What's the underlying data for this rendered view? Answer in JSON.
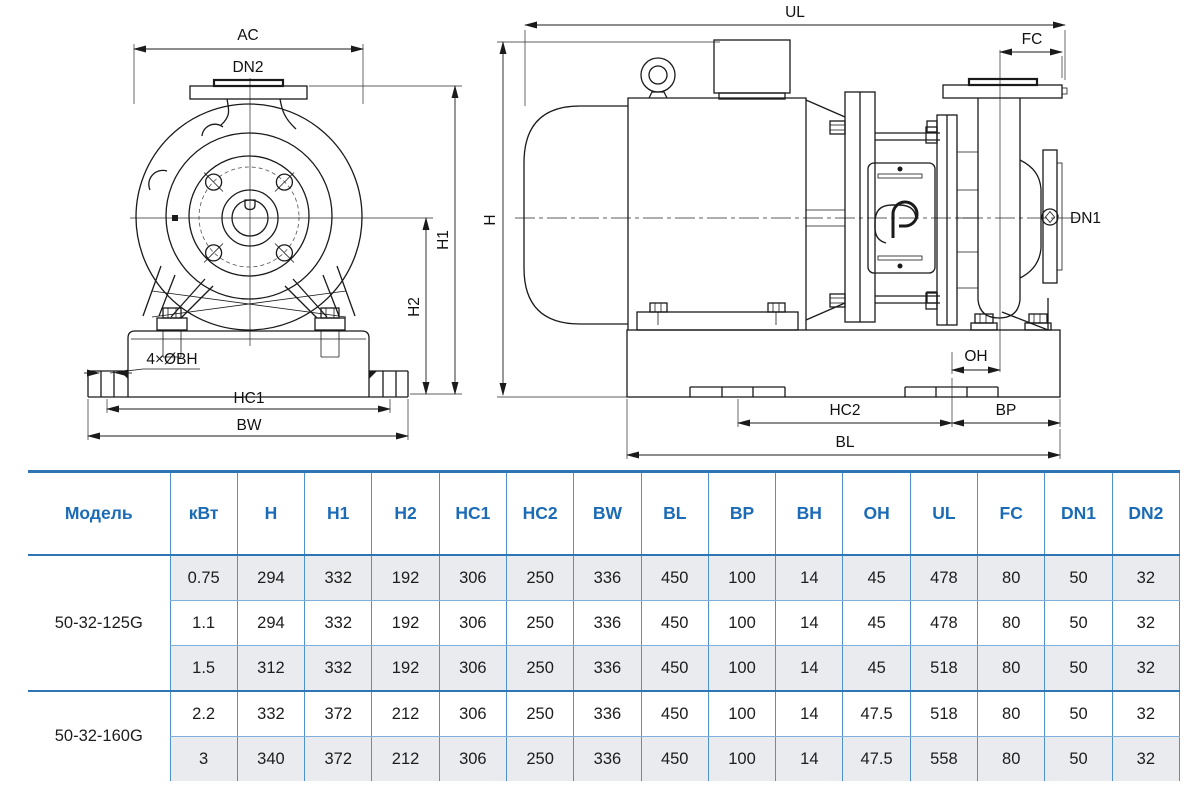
{
  "drawing": {
    "front": {
      "ac": "AC",
      "dn2": "DN2",
      "bolt_holes": "4×ØBH",
      "hc1": "HC1",
      "bw": "BW",
      "h1": "H1",
      "h2": "H2"
    },
    "side": {
      "ul": "UL",
      "fc": "FC",
      "h": "H",
      "dn1": "DN1",
      "oh": "OH",
      "hc2": "HC2",
      "bp": "BP",
      "bl": "BL"
    }
  },
  "table": {
    "headers": [
      "Модель",
      "кВт",
      "H",
      "H1",
      "H2",
      "HC1",
      "HC2",
      "BW",
      "BL",
      "BP",
      "BH",
      "OH",
      "UL",
      "FC",
      "DN1",
      "DN2"
    ],
    "groups": [
      {
        "model": "50-32-125G",
        "rows": [
          [
            "0.75",
            "294",
            "332",
            "192",
            "306",
            "250",
            "336",
            "450",
            "100",
            "14",
            "45",
            "478",
            "80",
            "50",
            "32"
          ],
          [
            "1.1",
            "294",
            "332",
            "192",
            "306",
            "250",
            "336",
            "450",
            "100",
            "14",
            "45",
            "478",
            "80",
            "50",
            "32"
          ],
          [
            "1.5",
            "312",
            "332",
            "192",
            "306",
            "250",
            "336",
            "450",
            "100",
            "14",
            "45",
            "518",
            "80",
            "50",
            "32"
          ]
        ]
      },
      {
        "model": "50-32-160G",
        "rows": [
          [
            "2.2",
            "332",
            "372",
            "212",
            "306",
            "250",
            "336",
            "450",
            "100",
            "14",
            "47.5",
            "518",
            "80",
            "50",
            "32"
          ],
          [
            "3",
            "340",
            "372",
            "212",
            "306",
            "250",
            "336",
            "450",
            "100",
            "14",
            "47.5",
            "558",
            "80",
            "50",
            "32"
          ]
        ]
      }
    ]
  },
  "colors": {
    "accent_blue": "#2e75b6",
    "header_text": "#1b6bb7",
    "grid_line": "#4f93ce",
    "row_shade": "#e9ebee",
    "drawing_line": "#1a1a1a"
  }
}
